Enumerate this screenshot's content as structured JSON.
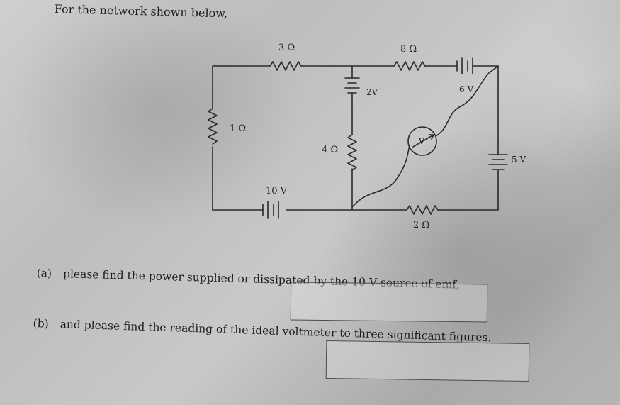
{
  "header": {
    "text": "For the network shown below,"
  },
  "circuit": {
    "r_top_left": "3 Ω",
    "r_top_right": "8 Ω",
    "battery_mid": "2V",
    "battery_top_right": "6 V",
    "r_left": "1 Ω",
    "r_middle": "4 Ω",
    "voltmeter": "V",
    "battery_right": "5 V",
    "battery_bottom": "10 V",
    "r_bottom": "2 Ω"
  },
  "questions": {
    "a_label": "(a)",
    "a_text": "please find the power supplied or dissipated by the 10 V source of emf,",
    "b_label": "(b)",
    "b_text": "and please find the reading of the ideal voltmeter to three significant figures."
  }
}
